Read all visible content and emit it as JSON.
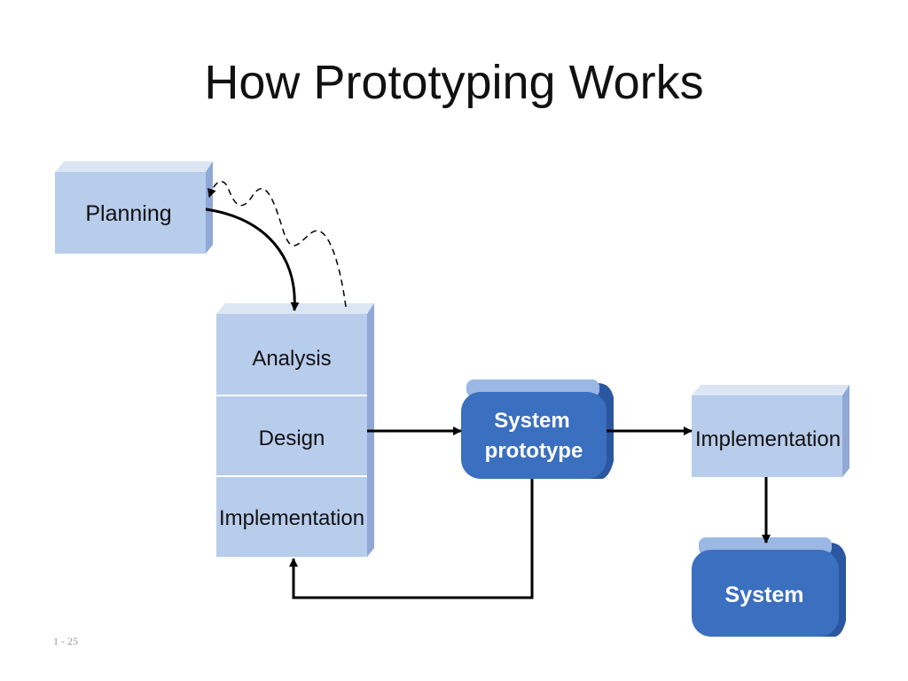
{
  "slide": {
    "title": "How Prototyping Works",
    "page_number": "1 - 25"
  },
  "diagram": {
    "nodes": {
      "planning": "Planning",
      "analysis": "Analysis",
      "design": "Design",
      "implementation_stack": "Implementation",
      "prototype_line1": "System",
      "prototype_line2": "prototype",
      "implementation_final": "Implementation",
      "system": "System"
    },
    "colors": {
      "box_fill": "#b8cceb",
      "box_top": "#d4e0f4",
      "box_side": "#8fa8d6",
      "rounded_fill": "#3b6fbf",
      "rounded_side": "#2b57a0",
      "rounded_top": "#7fa3db",
      "arrow": "#000000"
    }
  }
}
